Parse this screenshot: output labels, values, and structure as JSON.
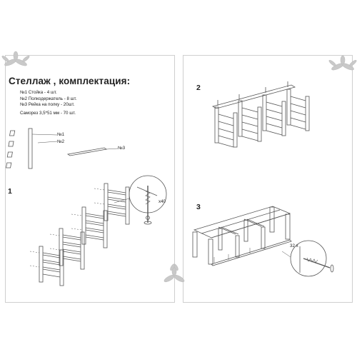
{
  "left_page": {
    "title": "Стеллаж , комплектация:",
    "parts": [
      "№1 Стойка - 4 шт.",
      "№2 Полкодержатель - 8 шт.",
      "№3 Рейка на полку - 20шт."
    ],
    "screws": "Саморез 3,5*51 мм - 70 шт.",
    "part_labels": [
      "№1",
      "№2",
      "№3"
    ],
    "step_number": "1",
    "screw_count": "x40"
  },
  "right_page": {
    "steps": [
      {
        "number": "2"
      },
      {
        "number": "3",
        "screw_count": "32 x"
      }
    ]
  },
  "colors": {
    "line": "#555555",
    "border": "#cfcfcf",
    "ornament": "#c9c9c9"
  },
  "icons": [
    "floral-ornament-icon",
    "screw-icon"
  ]
}
